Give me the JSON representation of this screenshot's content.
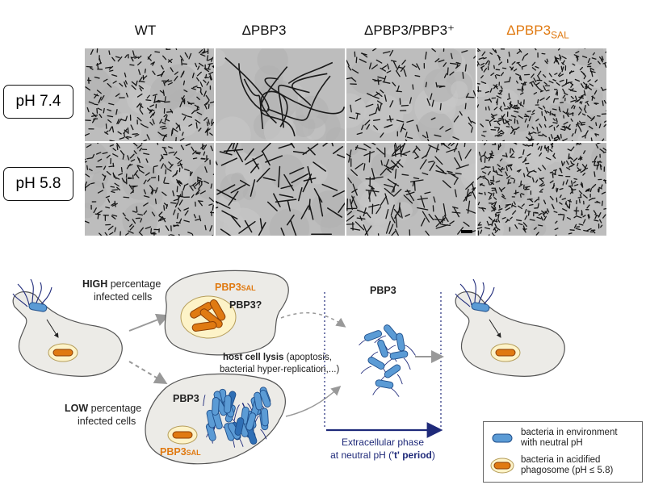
{
  "columns": [
    "WT",
    "ΔPBP3",
    "ΔPBP3/PBP3⁺",
    "ΔPBP3",
    "SAL"
  ],
  "rows": [
    "pH 7.4",
    "pH 5.8"
  ],
  "diagram": {
    "high_bold": "HIGH",
    "high_rest": "percentage",
    "high_line2": "infected cells",
    "low_bold": "LOW",
    "low_rest": "percentage",
    "low_line2": "infected cells",
    "pbp3sal_label": "PBP3",
    "pbp3sal_sub": "SAL",
    "pbp3_question": "PBP3?",
    "pbp3_bottom": "PBP3",
    "pbp3_center": "PBP3",
    "lysis_bold": "host cell lysis",
    "lysis_rest": "(apoptosis,",
    "lysis_line2": "bacterial hyper-replication,...)",
    "phase_line1": "Extracellular phase",
    "phase_line2_pre": "at neutral pH (",
    "phase_line2_bold": "'t' period",
    "phase_line2_post": ")"
  },
  "legend": {
    "item1_line1": "bacteria in environment",
    "item1_line2": "with neutral pH",
    "item2_line1": "bacteria in acidified",
    "item2_line2": "phagosome (pH ≤ 5.8)"
  },
  "colors": {
    "orange": "#e07a12",
    "blue_bacteria": "#5b9bd5",
    "navy": "#1f2a7a",
    "cell_fill": "#ecebe7"
  }
}
